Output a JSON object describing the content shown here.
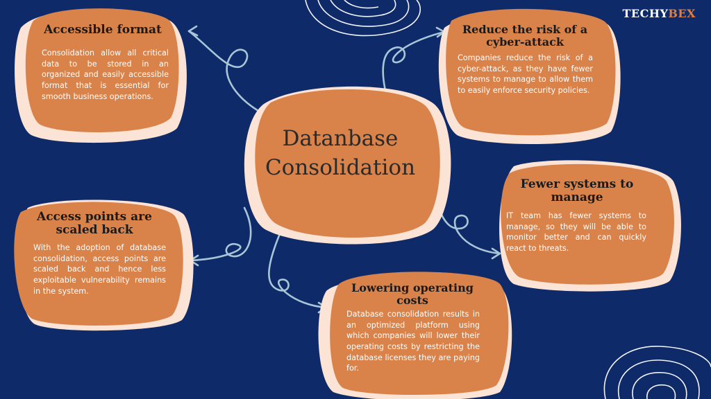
{
  "brand": {
    "part1": "TECHY",
    "part2": "BEX",
    "accent_color": "#e07f44"
  },
  "colors": {
    "background": "#0f2a68",
    "blob": "#d9824a",
    "blob_shadow": "#fbe3d6",
    "connector": "#a9c6d8"
  },
  "center": {
    "line1": "Datanbase",
    "line2": "Consolidation"
  },
  "nodes": {
    "accessible": {
      "title": "Accessible format",
      "text": "Consolidation allow all critical data to be stored in an organized and easily accessible format that is essential for smooth business operations."
    },
    "cyber": {
      "title_line1": "Reduce the risk of a",
      "title_line2": "cyber-attack",
      "text": "Companies reduce the risk of a cyber-attack, as they have fewer systems to manage to allow them to easily enforce security policies."
    },
    "fewer": {
      "title_line1": "Fewer systems to",
      "title_line2": "manage",
      "text": "IT team has fewer systems to manage, so they will be able to monitor better and can quickly react to threats."
    },
    "access": {
      "title_line1": "Access points are",
      "title_line2": "scaled back",
      "text": "With the adoption of database consolidation, access points are scaled back and hence less exploitable vulnerability remains in the system."
    },
    "lowering": {
      "title_line1": "Lowering operating",
      "title_line2": "costs",
      "text": "Database consolidation results in an optimized platform using which companies will lower their operating costs by restricting the database licenses they are paying for."
    }
  }
}
